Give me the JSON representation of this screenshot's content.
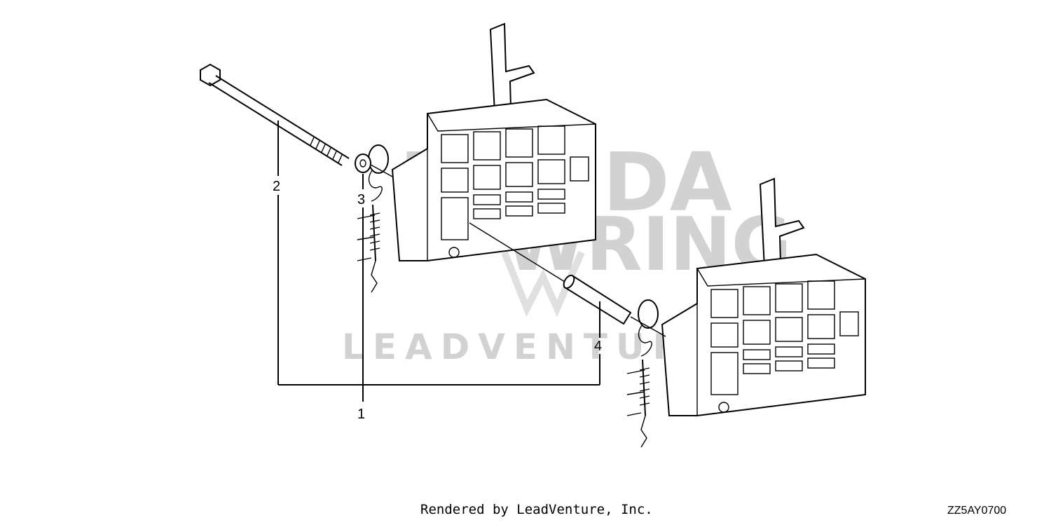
{
  "callouts": [
    {
      "id": "1",
      "label": "1"
    },
    {
      "id": "2",
      "label": "2"
    },
    {
      "id": "3",
      "label": "3"
    },
    {
      "id": "4",
      "label": "4"
    }
  ],
  "watermark": {
    "brand_lines": [
      "HONDA",
      "WRING"
    ],
    "vendor": "LEADVENTURE"
  },
  "footer": {
    "credit": "Rendered by LeadVenture, Inc.",
    "diagram_code": "ZZ5AY0700"
  }
}
